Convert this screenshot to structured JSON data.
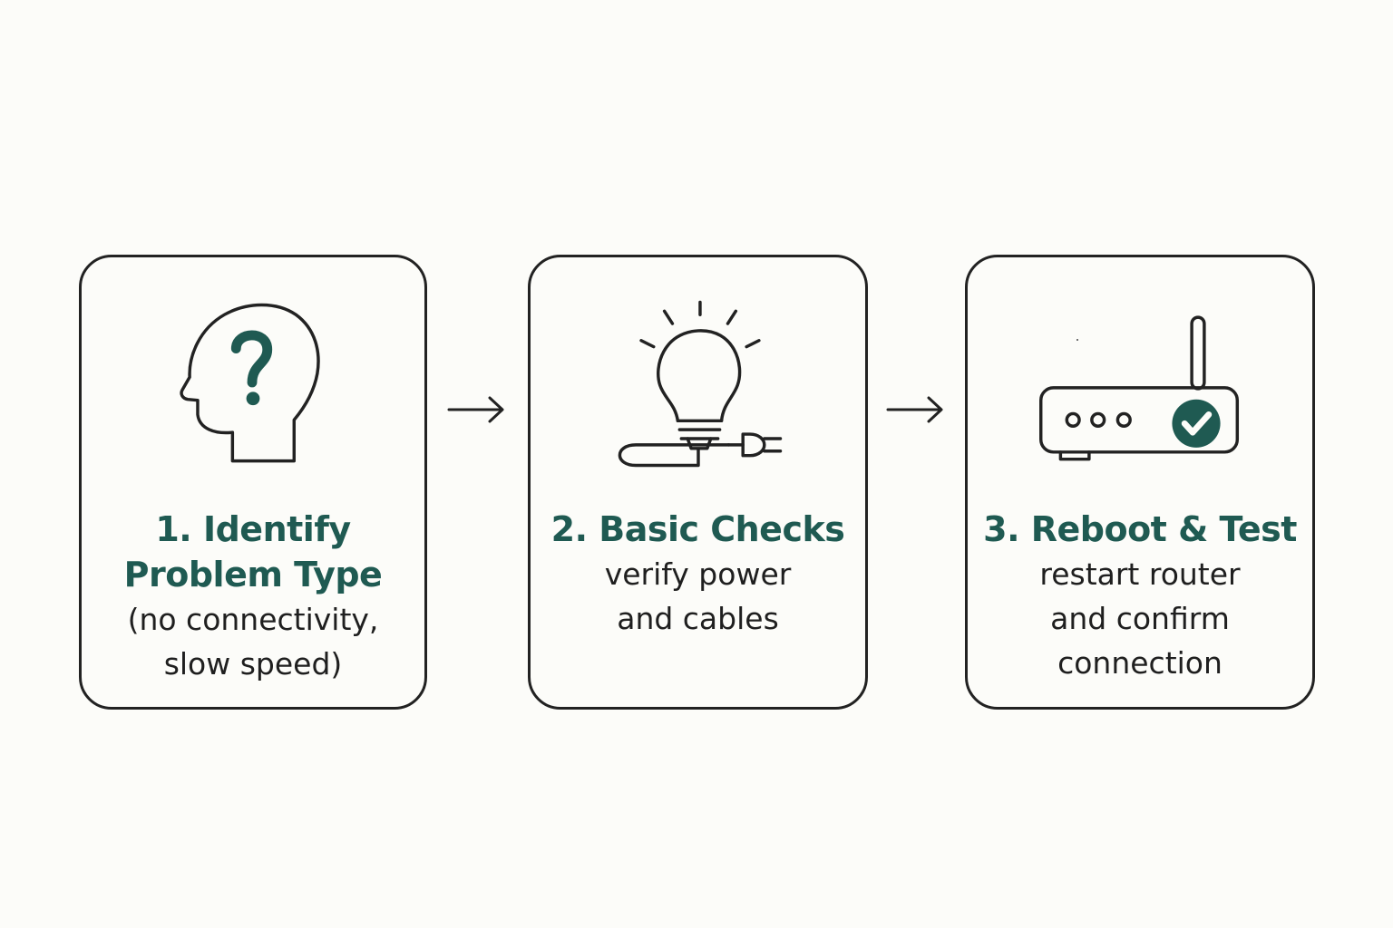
{
  "colors": {
    "background": "#fcfcf9",
    "accent": "#1f5a52",
    "stroke": "#222222",
    "text": "#1f1f1f"
  },
  "steps": [
    {
      "icon": "head-question-icon",
      "title_lines": [
        "1. Identify",
        "Problem Type"
      ],
      "description_lines": [
        "(no connectivity,",
        "slow speed)"
      ]
    },
    {
      "icon": "lightbulb-plug-icon",
      "title_lines": [
        "2. Basic Checks"
      ],
      "description_lines": [
        "verify power",
        "and cables"
      ]
    },
    {
      "icon": "router-check-icon",
      "title_lines": [
        "3. Reboot & Test"
      ],
      "description_lines": [
        "restart router",
        "and confirm",
        "connection"
      ]
    }
  ],
  "connectors": [
    "arrow-right-icon",
    "arrow-right-icon"
  ]
}
